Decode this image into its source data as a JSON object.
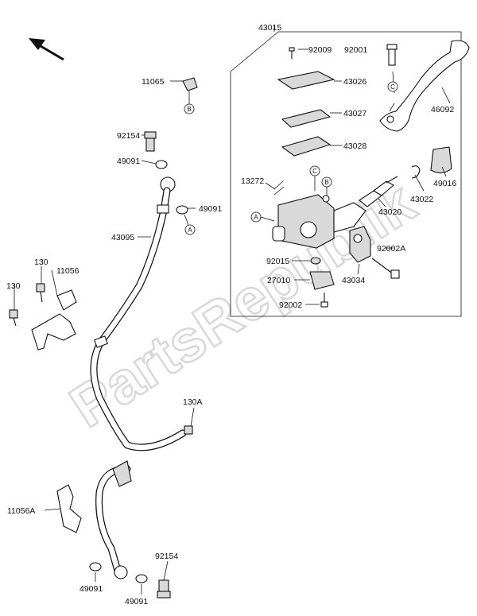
{
  "watermark": "PartsRepublik",
  "parts": {
    "p43015": "43015",
    "p92009": "92009",
    "p92001": "92001",
    "p43026": "43026",
    "p43027": "43027",
    "p43028": "43028",
    "p46092": "46092",
    "p11065": "11065",
    "p92154a": "92154",
    "p49091a": "49091",
    "p49091b": "49091",
    "p13272": "13272",
    "p43022": "43022",
    "p49016": "49016",
    "p43020": "43020",
    "p43095": "43095",
    "p130a": "130",
    "p11056": "11056",
    "p130b": "130",
    "p92015": "92015",
    "p92002A": "92002A",
    "p27010": "27010",
    "p43034": "43034",
    "p92002": "92002",
    "p130A": "130A",
    "p11056A": "11056A",
    "p92154b": "92154",
    "p49091c": "49091",
    "p49091d": "49091"
  },
  "refs": {
    "a1": "A",
    "a2": "A",
    "b1": "B",
    "b2": "B",
    "c1": "C",
    "c2": "C"
  }
}
